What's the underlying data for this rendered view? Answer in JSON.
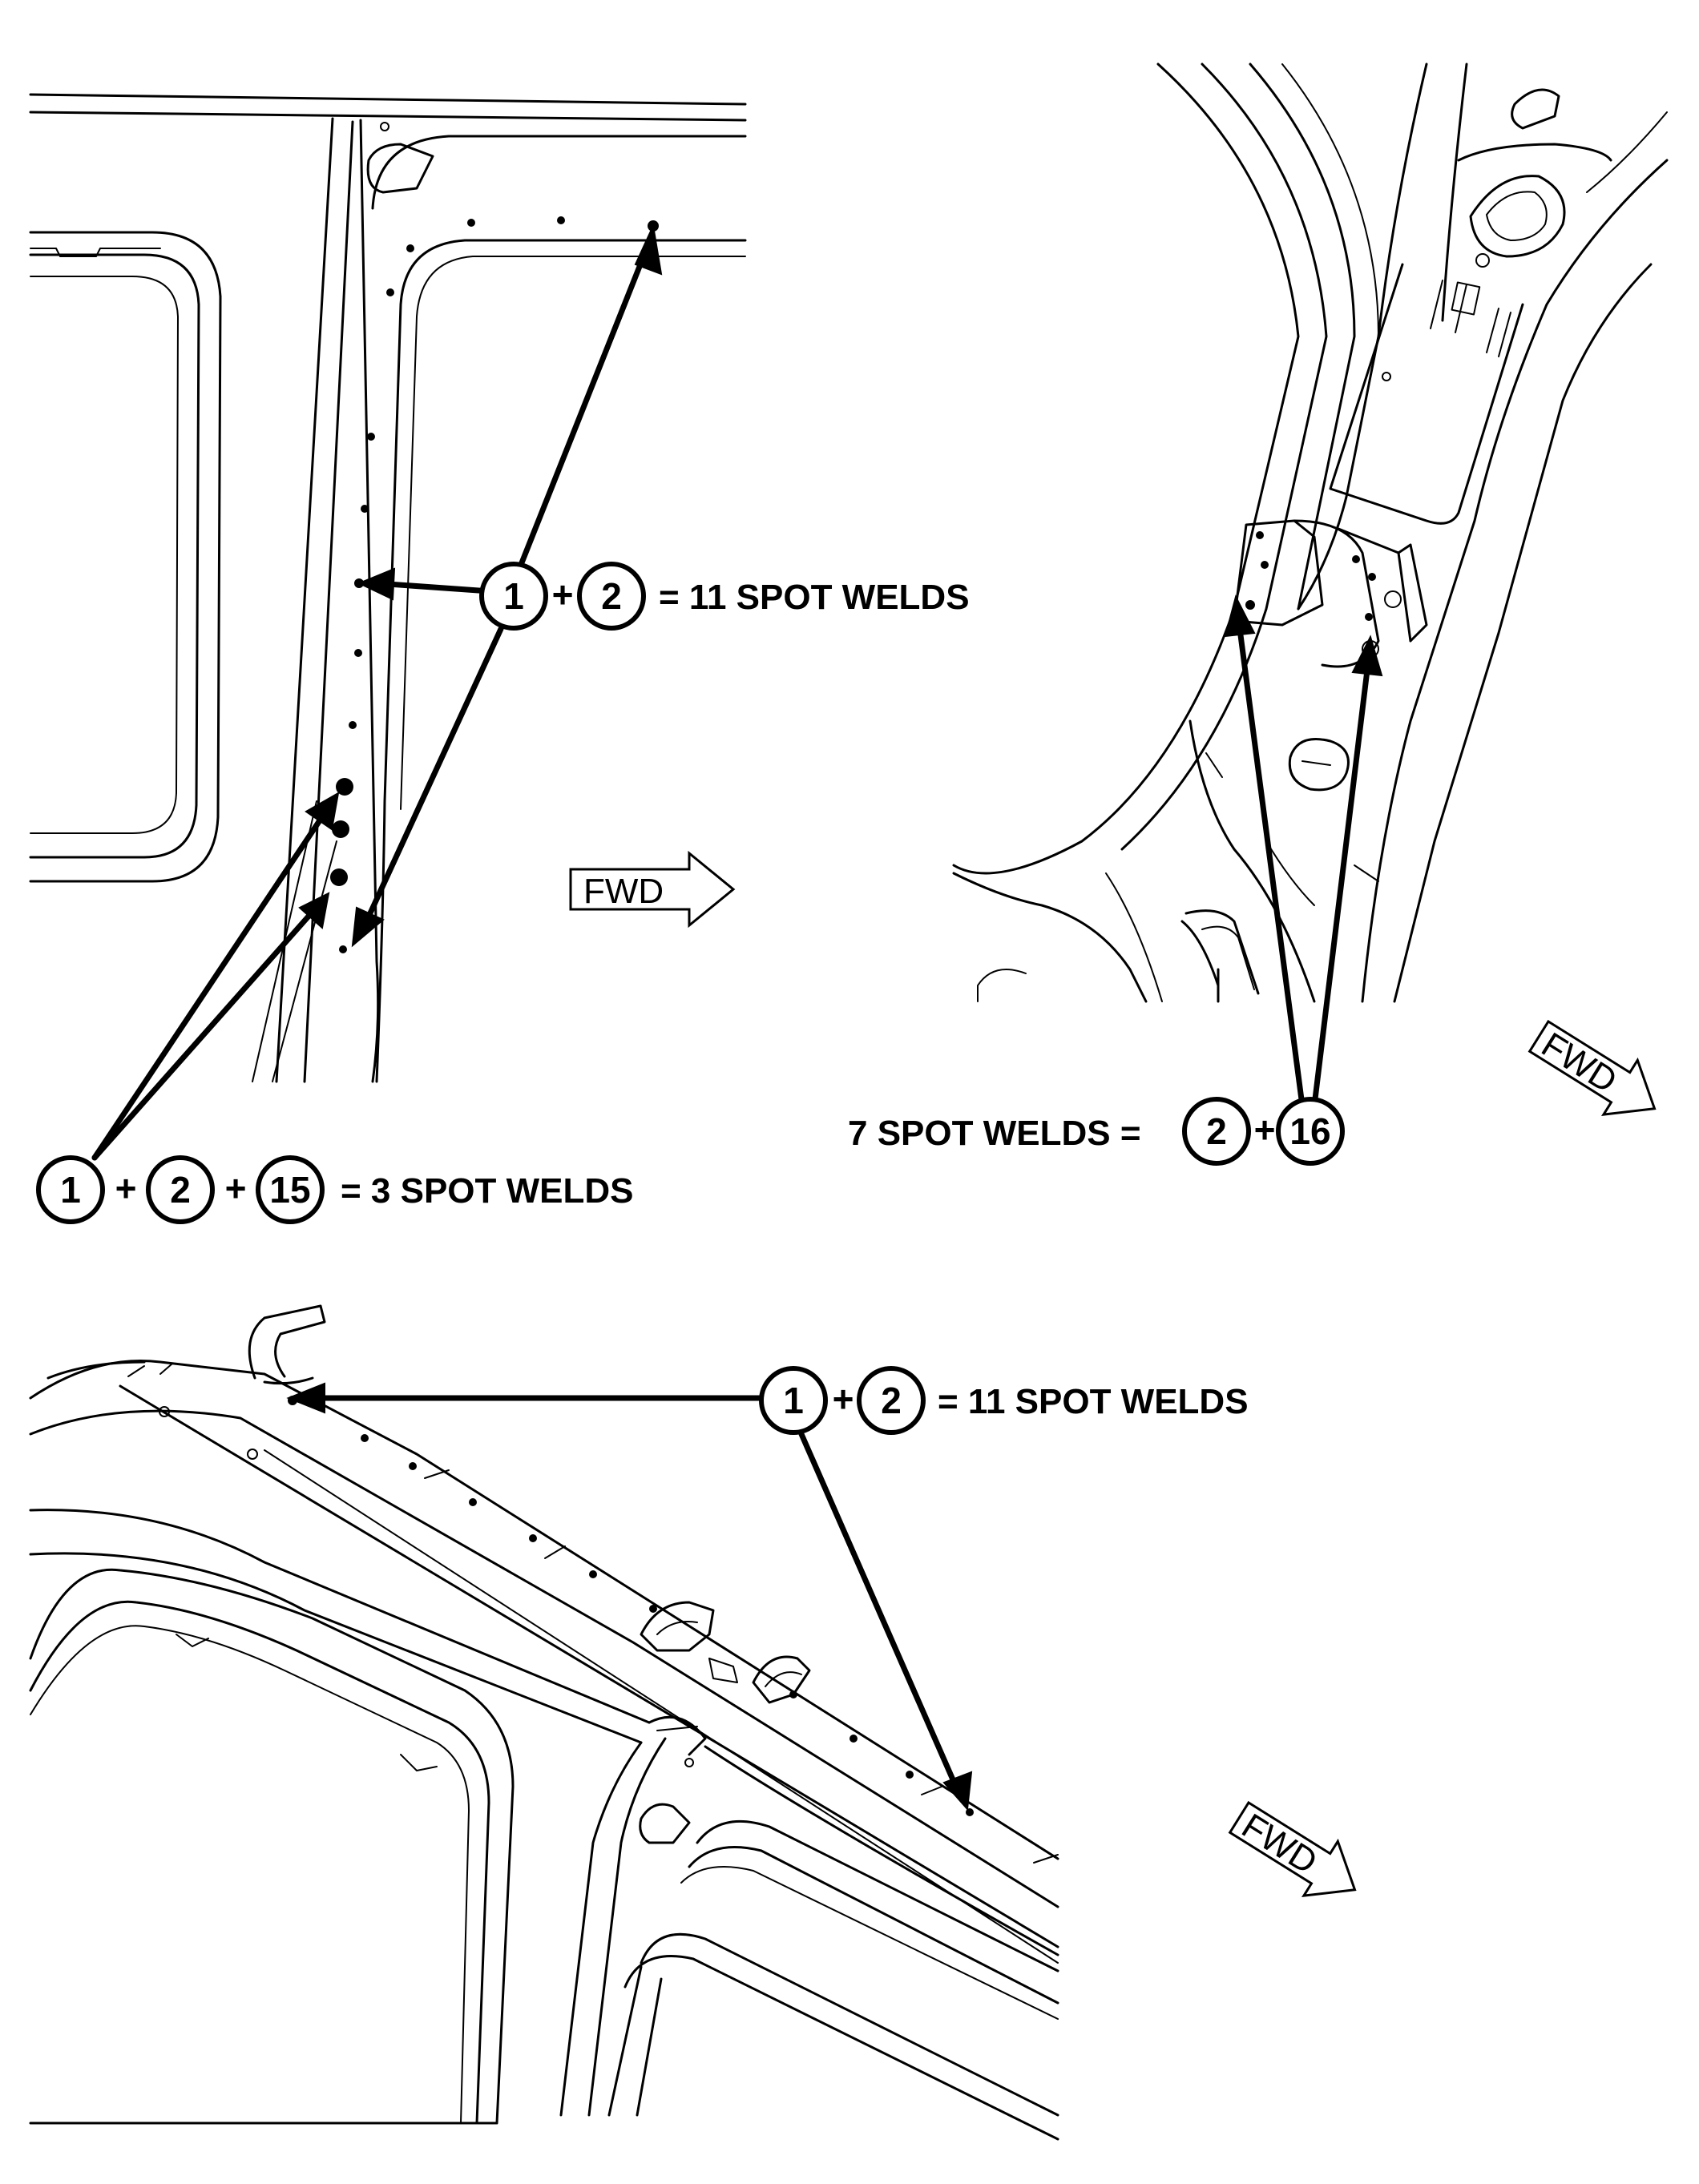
{
  "views": {
    "top_left": {
      "upper_callout": {
        "part_a": "1",
        "plus": "+",
        "part_b": "2",
        "text": "= 11 SPOT WELDS"
      },
      "lower_callout": {
        "part_a": "1",
        "plus_1": "+",
        "part_b": "2",
        "plus_2": "+",
        "part_c": "15",
        "text": "= 3 SPOT WELDS"
      },
      "fwd_label": "FWD"
    },
    "top_right": {
      "callout": {
        "text": "7 SPOT WELDS =",
        "part_a": "2",
        "plus": "+",
        "part_b": "16"
      },
      "fwd_label": "FWD"
    },
    "bottom": {
      "callout": {
        "part_a": "1",
        "plus": "+",
        "part_b": "2",
        "text": "= 11 SPOT WELDS"
      },
      "fwd_label": "FWD"
    }
  }
}
